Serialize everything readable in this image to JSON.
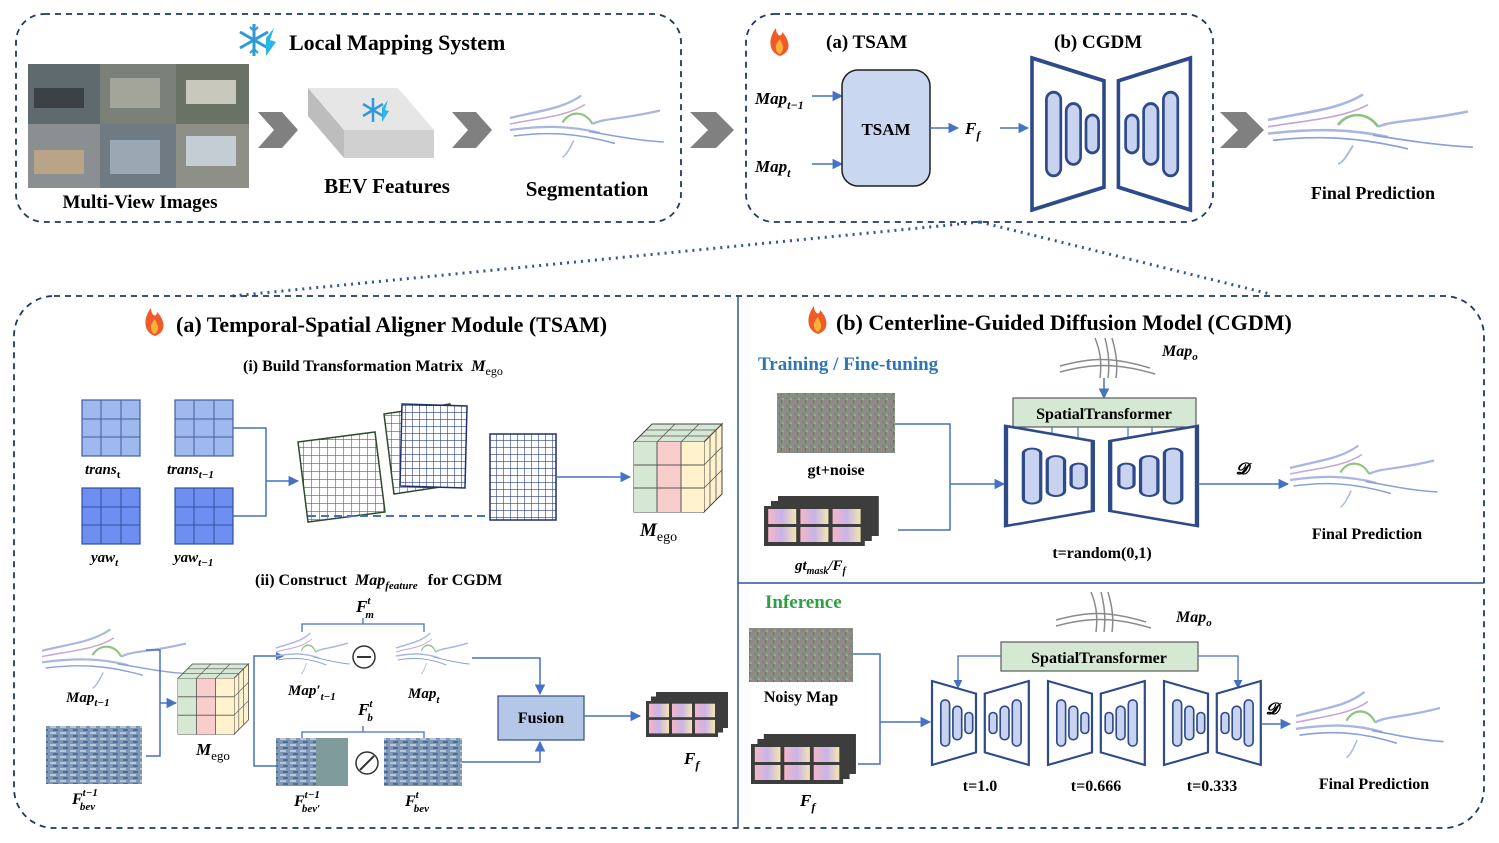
{
  "top": {
    "lms_title": "Local Mapping System",
    "multi_view": "Multi-View Images",
    "bev_features": "BEV Features",
    "segmentation": "Segmentation",
    "tsam_title": "(a) TSAM",
    "cgdm_title": "(b) CGDM",
    "tsam_box": "TSAM",
    "map_prev": "Map",
    "map_prev_sub": "t−1",
    "map_t": "Map",
    "map_t_sub": "t",
    "ff": "F",
    "ff_sub": "f",
    "final_prediction": "Final Prediction"
  },
  "tsam": {
    "title": "(a) Temporal-Spatial Aligner Module (TSAM)",
    "step1": "(i) Build Transformation Matrix",
    "mego": "M",
    "mego_sub": "ego",
    "trans_t": "trans",
    "trans_t_sub": "t",
    "trans_prev": "trans",
    "trans_prev_sub": "t−1",
    "yaw_t": "yaw",
    "yaw_t_sub": "t",
    "yaw_prev": "yaw",
    "yaw_prev_sub": "t−1",
    "step2": "(ii) Construct",
    "step2_map": "Map",
    "step2_map_sub": "feature",
    "step2_end": "for CGDM",
    "fm": "F",
    "fm_sup": "t",
    "fm_sub": "m",
    "fb": "F",
    "fb_sup": "t",
    "fb_sub": "b",
    "map_prev_aligned": "Map′",
    "map_prev_aligned_sub": "t−1",
    "map_cur": "Map",
    "map_cur_sub": "t",
    "map_prev_in": "Map",
    "map_prev_in_sub": "t−1",
    "fbev_prev": "F",
    "fbev_prev_sup": "t−1",
    "fbev_prev_sub": "bev",
    "fbev_aligned": "F",
    "fbev_aligned_sup": "t−1",
    "fbev_aligned_sub": "bev′",
    "fbev_cur": "F",
    "fbev_cur_sup": "t",
    "fbev_cur_sub": "bev",
    "fusion": "Fusion",
    "ff": "F",
    "ff_sub": "f",
    "minus_symbol": "⊖",
    "concat_symbol": "⊘"
  },
  "cgdm": {
    "title": "(b) Centerline-Guided Diffusion Model (CGDM)",
    "training": "Training / Fine-tuning",
    "inference": "Inference",
    "map_o": "Map",
    "map_o_sub": "o",
    "spatial_transformer": "SpatialTransformer",
    "gt_noise": "gt+noise",
    "gt_mask": "gt",
    "gt_mask_sub": "mask",
    "gt_mask_tail": "/F",
    "gt_mask_tail_sub": "f",
    "decoder": "𝓓",
    "t_random": "t=random(0,1)",
    "final_prediction": "Final Prediction",
    "noisy_map": "Noisy Map",
    "ff": "F",
    "ff_sub": "f",
    "t1": "t=1.0",
    "t2": "t=0.666",
    "t3": "t=0.333"
  },
  "colors": {
    "frame": "#1f3864",
    "line": "#4472c4",
    "unet": "#2f4a8a",
    "unet_fill": "#c8d3f0",
    "tsam_fill": "#c9d7f1",
    "st_fill": "#d5e8d4",
    "fusion_fill": "#b4c7e7",
    "chevron": "#808080",
    "training_text": "#2e75b6",
    "inference_text": "#2ea043"
  },
  "icons": [
    "snowflake-icon",
    "fire-icon",
    "chevron-arrow-icon",
    "unet-icon",
    "grid-matrix-icon",
    "cube-icon",
    "feature-stack-icon"
  ]
}
